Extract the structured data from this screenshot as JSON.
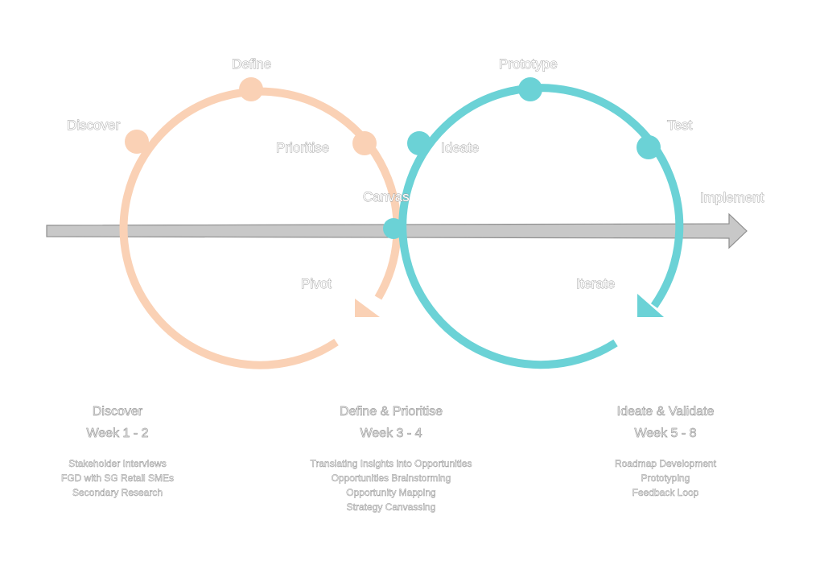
{
  "colors": {
    "left_loop": "#fad1b5",
    "right_loop": "#6bd2d6",
    "axis": "#c8c8c8",
    "axis_stroke": "#8e8e8e",
    "label_outline": "#9a9a9a"
  },
  "nodes": {
    "discover": "Discover",
    "define": "Define",
    "prioritise": "Prioritise",
    "pivot": "Pivot",
    "canvas": "Canvas",
    "ideate": "Ideate",
    "prototype": "Prototype",
    "test": "Test",
    "iterate": "Iterate",
    "implement": "Implement"
  },
  "phases": [
    {
      "title": "Discover",
      "weeks": "Week 1 - 2",
      "items": [
        "Stakeholder Interviews",
        "FGD with SG Retail SMEs",
        "Secondary Research"
      ]
    },
    {
      "title": "Define & Prioritise",
      "weeks": "Week 3 - 4",
      "items": [
        "Translating Insights into Opportunities",
        "Opportunities Brainstorming",
        "Opportunity Mapping",
        "Strategy Canvassing"
      ]
    },
    {
      "title": "Ideate & Validate",
      "weeks": "Week 5 - 8",
      "items": [
        "Roadmap Development",
        "Prototyping",
        "Feedback Loop"
      ]
    }
  ]
}
